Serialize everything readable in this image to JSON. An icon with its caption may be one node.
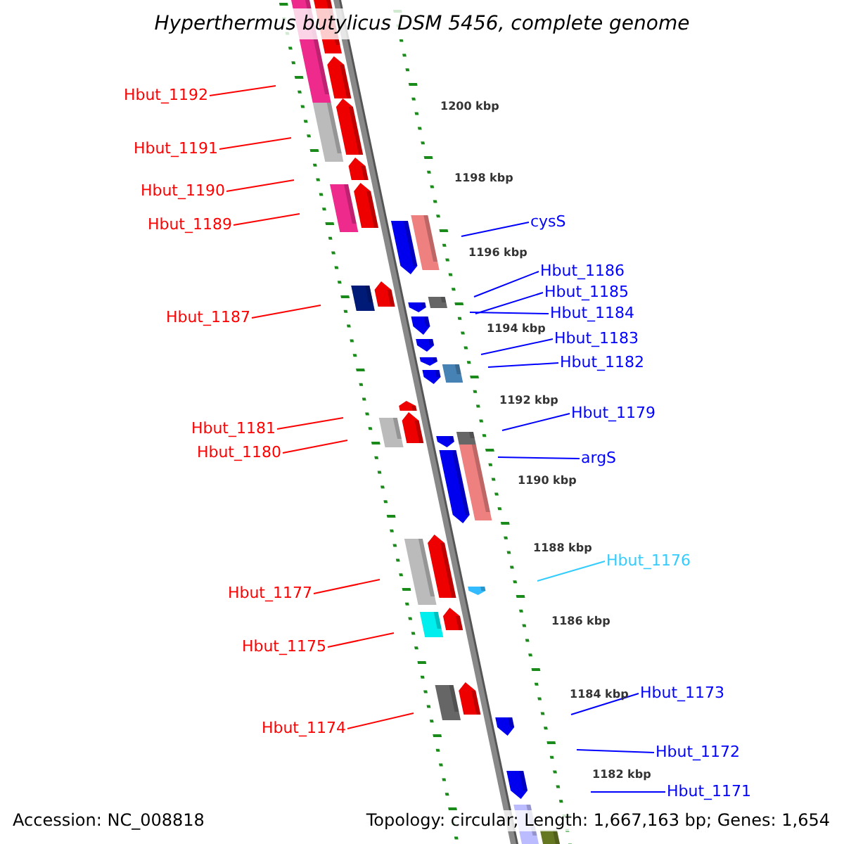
{
  "diagram": {
    "title": "Hyperthermus butylicus DSM 5456, complete genome",
    "nodes": [
      {
        "text": [
          "Hbut_1192"
        ]
      },
      {
        "text": [
          "Hbut_1191"
        ]
      },
      {
        "text": [
          "Hbut_1190"
        ]
      },
      {
        "text": [
          "cysS"
        ]
      },
      {
        "text": [
          "Hbut_1189"
        ]
      },
      {
        "text": [
          "Hbut_1186"
        ]
      },
      {
        "text": [
          "Hbut_1185"
        ]
      },
      {
        "text": [
          "Hbut_1184"
        ]
      },
      {
        "text": [
          "Hbut_1187"
        ]
      },
      {
        "text": [
          "Hbut_1183"
        ]
      },
      {
        "text": [
          "Hbut_1182"
        ]
      },
      {
        "text": [
          "Hbut_1179"
        ]
      },
      {
        "text": [
          "Hbut_1181"
        ]
      },
      {
        "text": [
          "Hbut_1180"
        ]
      },
      {
        "text": [
          "argS"
        ]
      },
      {
        "text": [
          "Hbut_1176"
        ]
      },
      {
        "text": [
          "Hbut_1177"
        ]
      },
      {
        "text": [
          "Hbut_1175"
        ]
      },
      {
        "text": [
          "Hbut_1173"
        ]
      },
      {
        "text": [
          "Hbut_1174"
        ]
      },
      {
        "text": [
          "Hbut_1172"
        ]
      },
      {
        "text": [
          "Hbut_1171"
        ]
      }
    ],
    "edges": [
      {
        "from": 0,
        "to": null,
        "arrow": "none",
        "color": "#ff0000"
      },
      {
        "from": 1,
        "to": null,
        "arrow": "none",
        "color": "#ff0000"
      },
      {
        "from": 2,
        "to": null,
        "arrow": "none",
        "color": "#ff0000"
      },
      {
        "from": 3,
        "to": null,
        "arrow": "none"
      },
      {
        "from": 4,
        "to": null,
        "arrow": "none",
        "color": "#ff0000"
      },
      {
        "from": 5,
        "to": null,
        "arrow": "none"
      },
      {
        "from": 6,
        "to": null,
        "arrow": "none"
      },
      {
        "from": 7,
        "to": null,
        "arrow": "none"
      },
      {
        "from": 8,
        "to": null,
        "arrow": "none",
        "color": "#ff0000"
      },
      {
        "from": 9,
        "to": null,
        "arrow": "none"
      },
      {
        "from": 10,
        "to": null,
        "arrow": "none"
      },
      {
        "from": 11,
        "to": null,
        "arrow": "none"
      },
      {
        "from": 12,
        "to": null,
        "arrow": "none",
        "color": "#ff0000"
      },
      {
        "from": 13,
        "to": null,
        "arrow": "none",
        "color": "#ff0000"
      },
      {
        "from": 14,
        "to": null,
        "arrow": "none"
      },
      {
        "from": 15,
        "to": null,
        "arrow": "none",
        "color": "#33ccff"
      },
      {
        "from": 16,
        "to": null,
        "arrow": "none",
        "color": "#ff0000"
      },
      {
        "from": 17,
        "to": null,
        "arrow": "none",
        "color": "#ff0000"
      },
      {
        "from": 18,
        "to": null,
        "arrow": "none"
      },
      {
        "from": 19,
        "to": null,
        "arrow": "none",
        "color": "#ff0000"
      },
      {
        "from": 20,
        "to": null,
        "arrow": "none"
      },
      {
        "from": 21,
        "to": null,
        "arrow": "none"
      }
    ],
    "labels": [
      "1200 kbp",
      "1198 kbp",
      "1196 kbp",
      "1194 kbp",
      "1192 kbp",
      "1190 kbp",
      "1188 kbp",
      "1186 kbp",
      "1184 kbp",
      "1182 kbp",
      "Accession: NC_008818",
      "Topology: circular; Length: 1,667,163 bp; Genes: 1,654"
    ]
  }
}
